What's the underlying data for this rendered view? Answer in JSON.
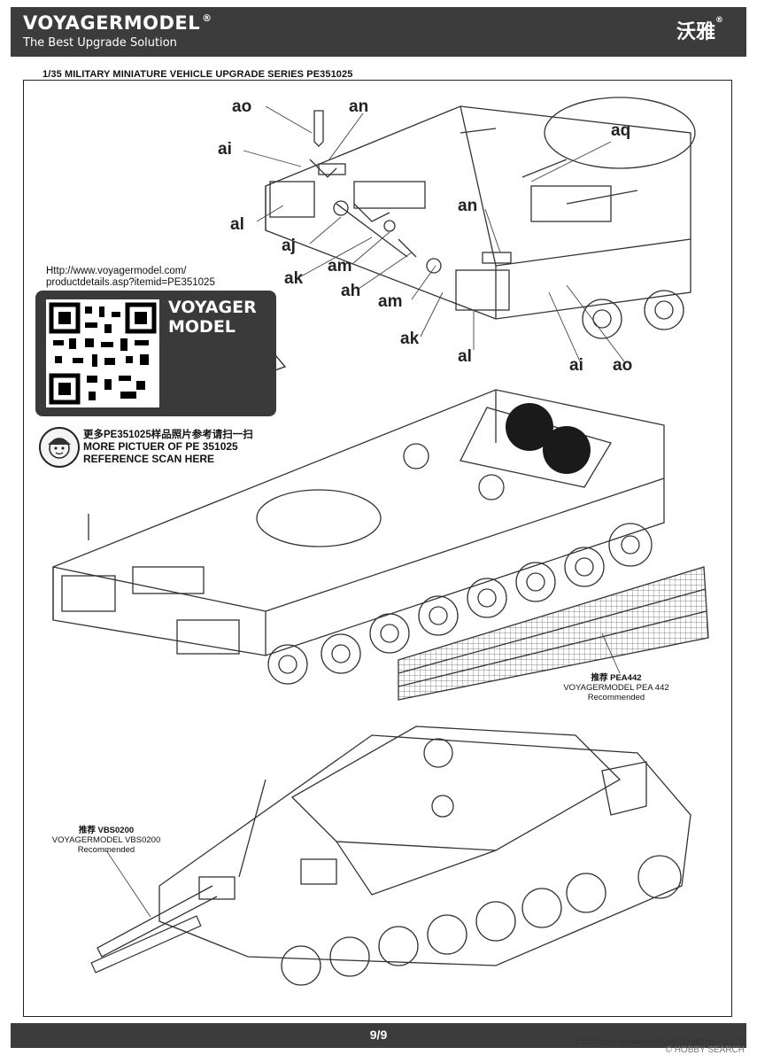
{
  "header": {
    "brand": "VOYAGERMODEL",
    "brand_reg": "®",
    "tagline": "The Best Upgrade Solution",
    "cn_brand": "沃雅",
    "cn_reg": "®"
  },
  "series_line": "1/35 MILITARY MINIATURE VEHICLE  UPGRADE SERIES PE351025",
  "link": {
    "line1": "Http://www.voyagermodel.com/",
    "line2": "productdetails.asp?itemid=PE351025"
  },
  "qr_logo": {
    "line1": "VOYAGER",
    "line2": "MODEL"
  },
  "scan_note": {
    "cn": "更多PE351025样品照片参考请扫一扫",
    "line1": "MORE PICTUER OF PE 351025",
    "line2": "REFERENCE SCAN HERE"
  },
  "part_labels": [
    {
      "id": "ao-top",
      "text": "ao"
    },
    {
      "id": "an-top",
      "text": "an"
    },
    {
      "id": "ai-top",
      "text": "ai"
    },
    {
      "id": "aq",
      "text": "aq"
    },
    {
      "id": "al-left",
      "text": "al"
    },
    {
      "id": "aj",
      "text": "aj"
    },
    {
      "id": "ak-left",
      "text": "ak"
    },
    {
      "id": "am-left",
      "text": "am"
    },
    {
      "id": "ah",
      "text": "ah"
    },
    {
      "id": "am-right",
      "text": "am"
    },
    {
      "id": "an-right",
      "text": "an"
    },
    {
      "id": "ak-right",
      "text": "ak"
    },
    {
      "id": "al-right",
      "text": "al"
    },
    {
      "id": "ai-right",
      "text": "ai"
    },
    {
      "id": "ao-right",
      "text": "ao"
    }
  ],
  "recommend_pea": {
    "cn": "推荐 PEA442",
    "line1": "VOYAGERMODEL PEA 442",
    "line2": "Recommended"
  },
  "recommend_vbs": {
    "cn": "推荐 VBS0200",
    "line1": "VOYAGERMODEL VBS0200",
    "line2": "Recommended"
  },
  "footer": {
    "page": "9/9",
    "copyright": "C 2003-2010 SHANGHAI VOYAGERMODEL Co.,LTD.",
    "watermark": "© HOBBY SEARCH"
  }
}
